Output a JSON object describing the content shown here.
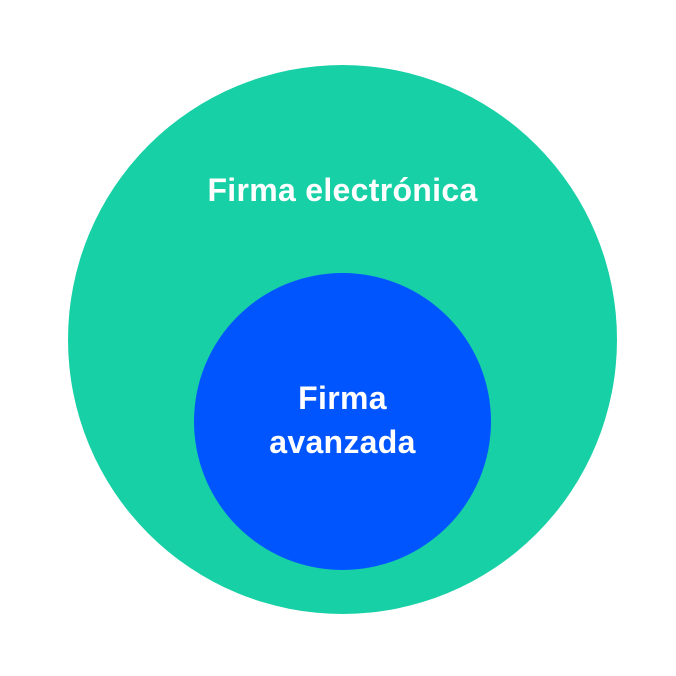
{
  "diagram": {
    "outer": {
      "label": "Firma electrónica",
      "color": "#17d0a5"
    },
    "inner": {
      "label_line1": "Firma",
      "label_line2": "avanzada",
      "color": "#0055ff"
    },
    "text_color": "#ffffff"
  }
}
